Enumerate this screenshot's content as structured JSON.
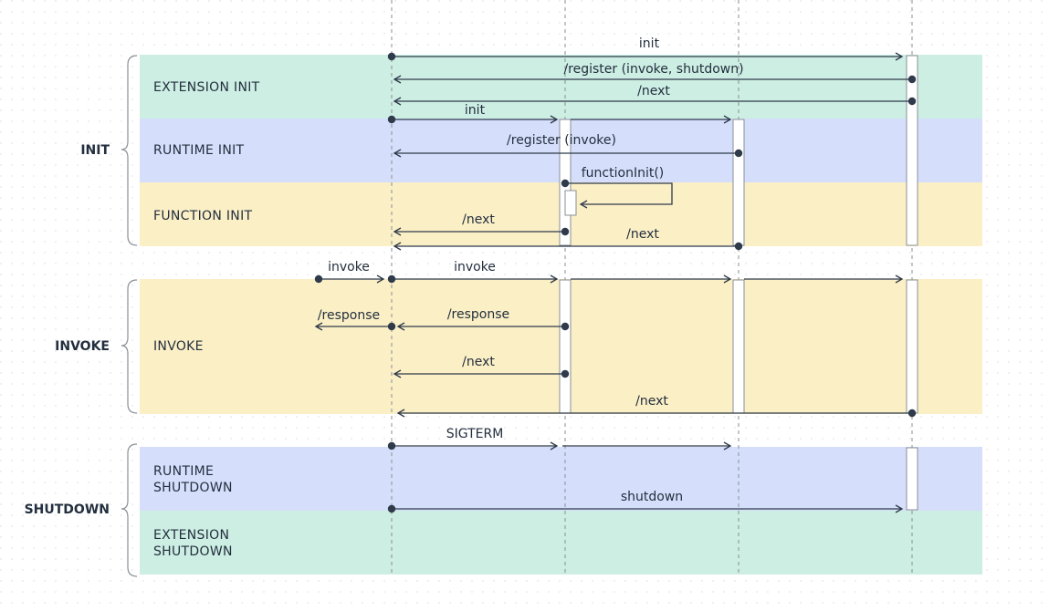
{
  "groups": {
    "init": "INIT",
    "invoke": "INVOKE",
    "shutdown": "SHUTDOWN"
  },
  "phases": {
    "extension_init": "EXTENSION INIT",
    "runtime_init": "RUNTIME INIT",
    "function_init": "FUNCTION INIT",
    "invoke": "INVOKE",
    "runtime_shutdown_1": "RUNTIME",
    "runtime_shutdown_2": "SHUTDOWN",
    "extension_shutdown_1": "EXTENSION",
    "extension_shutdown_2": "SHUTDOWN"
  },
  "messages": {
    "init_1": "init",
    "register_ext": "/register (invoke, shutdown)",
    "next_ext": "/next",
    "init_2": "init",
    "register_rt": "/register (invoke)",
    "function_init": "functionInit()",
    "next_fn": "/next",
    "next_rt": "/next",
    "invoke_in": "invoke",
    "invoke_out": "invoke",
    "response_out": "/response",
    "response_in": "/response",
    "next_invoke_fn": "/next",
    "next_invoke_ext": "/next",
    "sigterm": "SIGTERM",
    "shutdown": "shutdown"
  },
  "colors": {
    "extension_band": "#cdeee3",
    "runtime_band": "#d5dffb",
    "function_band": "#fbefc6",
    "line": "#2f3a4a",
    "text": "#232f3e"
  }
}
